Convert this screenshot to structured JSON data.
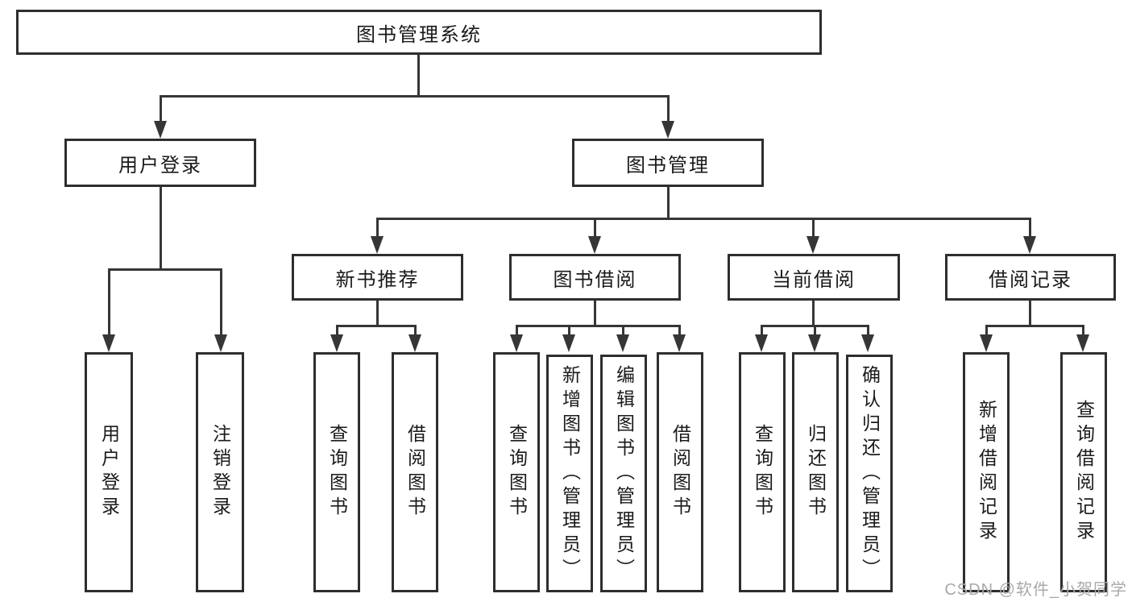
{
  "watermark": "CSDN @软件_小贺同学",
  "colors": {
    "line": "#363636",
    "border": "#2e2e2e",
    "text": "#1a1a1a",
    "watermark": "#a9a9ad",
    "background": "#ffffff"
  },
  "chart": {
    "root": {
      "label": "图书管理系统"
    },
    "level2": [
      {
        "label": "用户登录",
        "children": [
          "用户登录",
          "注销登录"
        ]
      },
      {
        "label": "图书管理"
      }
    ],
    "level3": [
      {
        "label": "新书推荐",
        "children": [
          "查询图书",
          "借阅图书"
        ]
      },
      {
        "label": "图书借阅",
        "children": [
          "查询图书",
          "新增图书（管理员）",
          "编辑图书（管理员）",
          "借阅图书"
        ]
      },
      {
        "label": "当前借阅",
        "children": [
          "查询图书",
          "归还图书",
          "确认归还（管理员）"
        ]
      },
      {
        "label": "借阅记录",
        "children": [
          "新增借阅记录",
          "查询借阅记录"
        ]
      }
    ]
  }
}
